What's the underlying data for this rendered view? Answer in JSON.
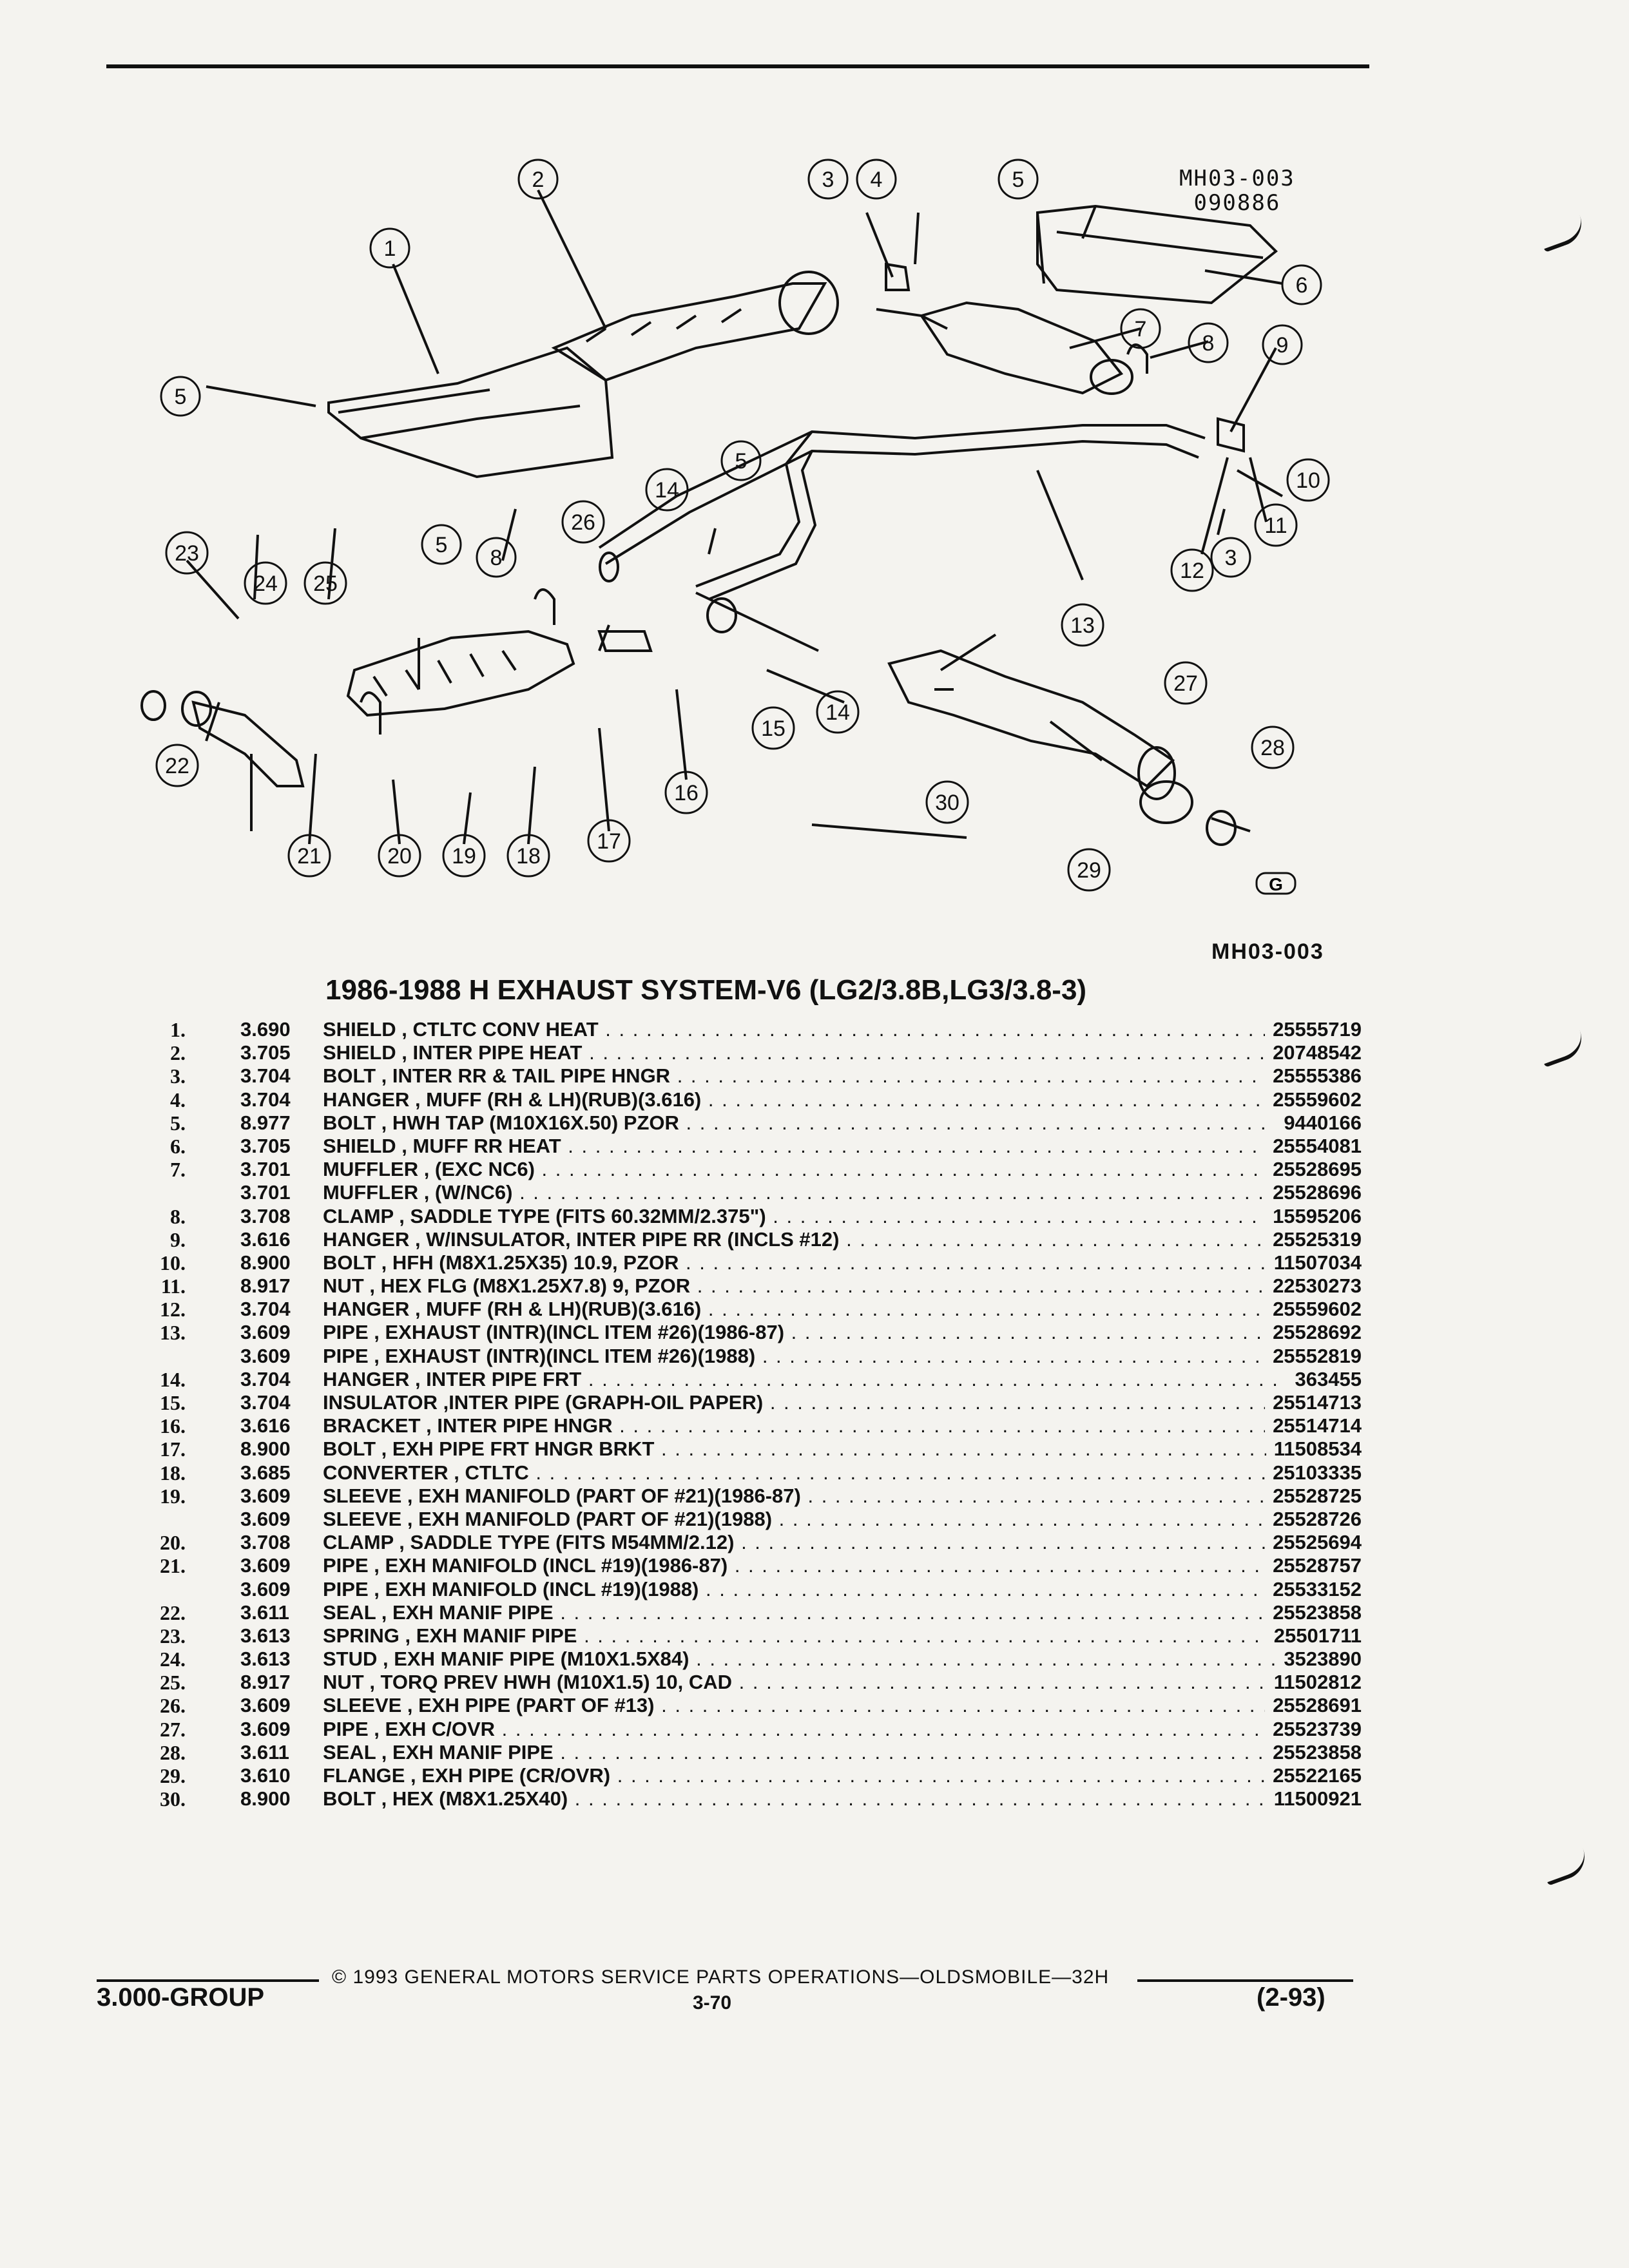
{
  "diagram": {
    "ref_code_top": "MH03-003",
    "ref_date_top": "090886",
    "ref_code_bottom": "MH03-003",
    "logo": "G",
    "callouts": [
      "1",
      "2",
      "3",
      "4",
      "5",
      "5",
      "5",
      "5",
      "6",
      "7",
      "8",
      "8",
      "9",
      "10",
      "11",
      "12",
      "3",
      "13",
      "14",
      "14",
      "15",
      "16",
      "17",
      "18",
      "19",
      "20",
      "21",
      "22",
      "23",
      "24",
      "25",
      "26",
      "27",
      "28",
      "29",
      "30"
    ]
  },
  "title": "1986-1988 H EXHAUST SYSTEM-V6 (LG2/3.8B,LG3/3.8-3)",
  "parts": [
    {
      "no": "1.",
      "group": "3.690",
      "desc": "SHIELD , CTLTC CONV HEAT",
      "part": "25555719"
    },
    {
      "no": "2.",
      "group": "3.705",
      "desc": "SHIELD , INTER PIPE HEAT",
      "part": "20748542"
    },
    {
      "no": "3.",
      "group": "3.704",
      "desc": "BOLT , INTER RR & TAIL PIPE HNGR",
      "part": "25555386"
    },
    {
      "no": "4.",
      "group": "3.704",
      "desc": "HANGER , MUFF (RH & LH)(RUB)(3.616)",
      "part": "25559602"
    },
    {
      "no": "5.",
      "group": "8.977",
      "desc": "BOLT , HWH TAP (M10X16X.50) PZOR",
      "part": "9440166"
    },
    {
      "no": "6.",
      "group": "3.705",
      "desc": "SHIELD , MUFF RR HEAT",
      "part": "25554081"
    },
    {
      "no": "7.",
      "group": "3.701",
      "desc": "MUFFLER , (EXC NC6)",
      "part": "25528695"
    },
    {
      "no": "",
      "group": "3.701",
      "desc": "MUFFLER , (W/NC6)",
      "part": "25528696"
    },
    {
      "no": "8.",
      "group": "3.708",
      "desc": "CLAMP , SADDLE TYPE (FITS 60.32MM/2.375\")",
      "part": "15595206"
    },
    {
      "no": "9.",
      "group": "3.616",
      "desc": "HANGER , W/INSULATOR, INTER PIPE RR (INCLS #12)",
      "part": "25525319"
    },
    {
      "no": "10.",
      "group": "8.900",
      "desc": "BOLT , HFH (M8X1.25X35) 10.9, PZOR",
      "part": "11507034"
    },
    {
      "no": "11.",
      "group": "8.917",
      "desc": "NUT , HEX FLG (M8X1.25X7.8) 9, PZOR",
      "part": "22530273"
    },
    {
      "no": "12.",
      "group": "3.704",
      "desc": "HANGER , MUFF (RH & LH)(RUB)(3.616)",
      "part": "25559602"
    },
    {
      "no": "13.",
      "group": "3.609",
      "desc": "PIPE , EXHAUST (INTR)(INCL ITEM #26)(1986-87)",
      "part": "25528692"
    },
    {
      "no": "",
      "group": "3.609",
      "desc": "PIPE , EXHAUST (INTR)(INCL ITEM #26)(1988)",
      "part": "25552819"
    },
    {
      "no": "14.",
      "group": "3.704",
      "desc": "HANGER , INTER PIPE FRT",
      "part": "363455"
    },
    {
      "no": "15.",
      "group": "3.704",
      "desc": "INSULATOR ,INTER PIPE (GRAPH-OIL PAPER)",
      "part": "25514713"
    },
    {
      "no": "16.",
      "group": "3.616",
      "desc": "BRACKET , INTER PIPE HNGR",
      "part": "25514714"
    },
    {
      "no": "17.",
      "group": "8.900",
      "desc": "BOLT , EXH PIPE FRT HNGR BRKT",
      "part": "11508534"
    },
    {
      "no": "18.",
      "group": "3.685",
      "desc": "CONVERTER , CTLTC",
      "part": "25103335"
    },
    {
      "no": "19.",
      "group": "3.609",
      "desc": "SLEEVE , EXH MANIFOLD (PART OF #21)(1986-87)",
      "part": "25528725"
    },
    {
      "no": "",
      "group": "3.609",
      "desc": "SLEEVE , EXH MANIFOLD (PART OF #21)(1988)",
      "part": "25528726"
    },
    {
      "no": "20.",
      "group": "3.708",
      "desc": "CLAMP , SADDLE TYPE (FITS M54MM/2.12)",
      "part": "25525694"
    },
    {
      "no": "21.",
      "group": "3.609",
      "desc": "PIPE , EXH MANIFOLD (INCL #19)(1986-87)",
      "part": "25528757"
    },
    {
      "no": "",
      "group": "3.609",
      "desc": "PIPE , EXH MANIFOLD (INCL #19)(1988)",
      "part": "25533152"
    },
    {
      "no": "22.",
      "group": "3.611",
      "desc": "SEAL , EXH MANIF PIPE",
      "part": "25523858"
    },
    {
      "no": "23.",
      "group": "3.613",
      "desc": "SPRING , EXH MANIF PIPE",
      "part": "25501711"
    },
    {
      "no": "24.",
      "group": "3.613",
      "desc": "STUD , EXH MANIF PIPE (M10X1.5X84)",
      "part": "3523890"
    },
    {
      "no": "25.",
      "group": "8.917",
      "desc": "NUT , TORQ PREV HWH (M10X1.5) 10, CAD",
      "part": "11502812"
    },
    {
      "no": "26.",
      "group": "3.609",
      "desc": "SLEEVE , EXH PIPE (PART OF #13)",
      "part": "25528691"
    },
    {
      "no": "27.",
      "group": "3.609",
      "desc": "PIPE , EXH C/OVR",
      "part": "25523739"
    },
    {
      "no": "28.",
      "group": "3.611",
      "desc": "SEAL , EXH MANIF PIPE",
      "part": "25523858"
    },
    {
      "no": "29.",
      "group": "3.610",
      "desc": "FLANGE , EXH PIPE (CR/OVR)",
      "part": "25522165"
    },
    {
      "no": "30.",
      "group": "8.900",
      "desc": "BOLT , HEX (M8X1.25X40)",
      "part": "11500921"
    }
  ],
  "footer": {
    "copyright": "© 1993 GENERAL MOTORS SERVICE PARTS OPERATIONS—OLDSMOBILE—32H",
    "group": "3.000-GROUP",
    "page": "3-70",
    "date": "(2-93)"
  }
}
